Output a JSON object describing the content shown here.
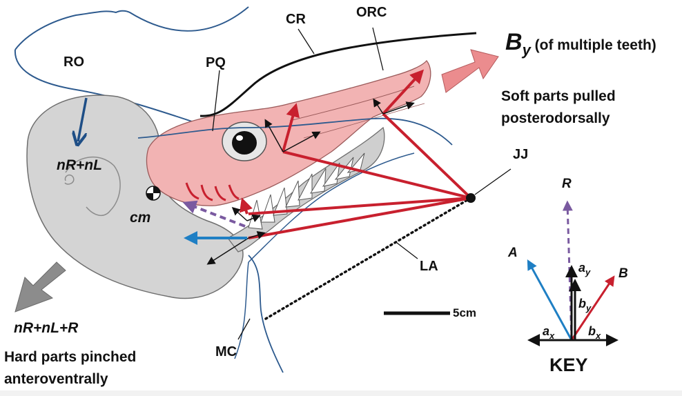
{
  "labels": {
    "ro": "RO",
    "pq": "PQ",
    "cr": "CR",
    "orc": "ORC",
    "jj": "JJ",
    "la": "LA",
    "mc": "MC",
    "cm": "cm",
    "nr_nl": "nR+nL",
    "nr_nl_r": "nR+nL+R",
    "scale": "5cm"
  },
  "by_label": {
    "main": "B",
    "sub": "y",
    "rest": " (of multiple teeth)"
  },
  "notes": {
    "soft_line1": "Soft parts pulled",
    "soft_line2": "posterodorsally",
    "hard_line1": "Hard parts pinched",
    "hard_line2": "anteroventrally"
  },
  "key": {
    "title": "KEY",
    "r": "R",
    "a": "A",
    "b": "B",
    "ay_main": "a",
    "ay_sub": "y",
    "by_main": "b",
    "by_sub": "y",
    "ax_main": "a",
    "ax_sub": "x",
    "bx_main": "b",
    "bx_sub": "x"
  },
  "colors": {
    "red": "#c8202e",
    "blue": "#1f7fc4",
    "dark_blue": "#1e4e86",
    "purple": "#7a5aa0",
    "pink": "#f2b3b3",
    "grey": "#d4d4d4",
    "grey_arrow": "#8c8c8c",
    "arrow_pink": "#eb8c8e"
  }
}
